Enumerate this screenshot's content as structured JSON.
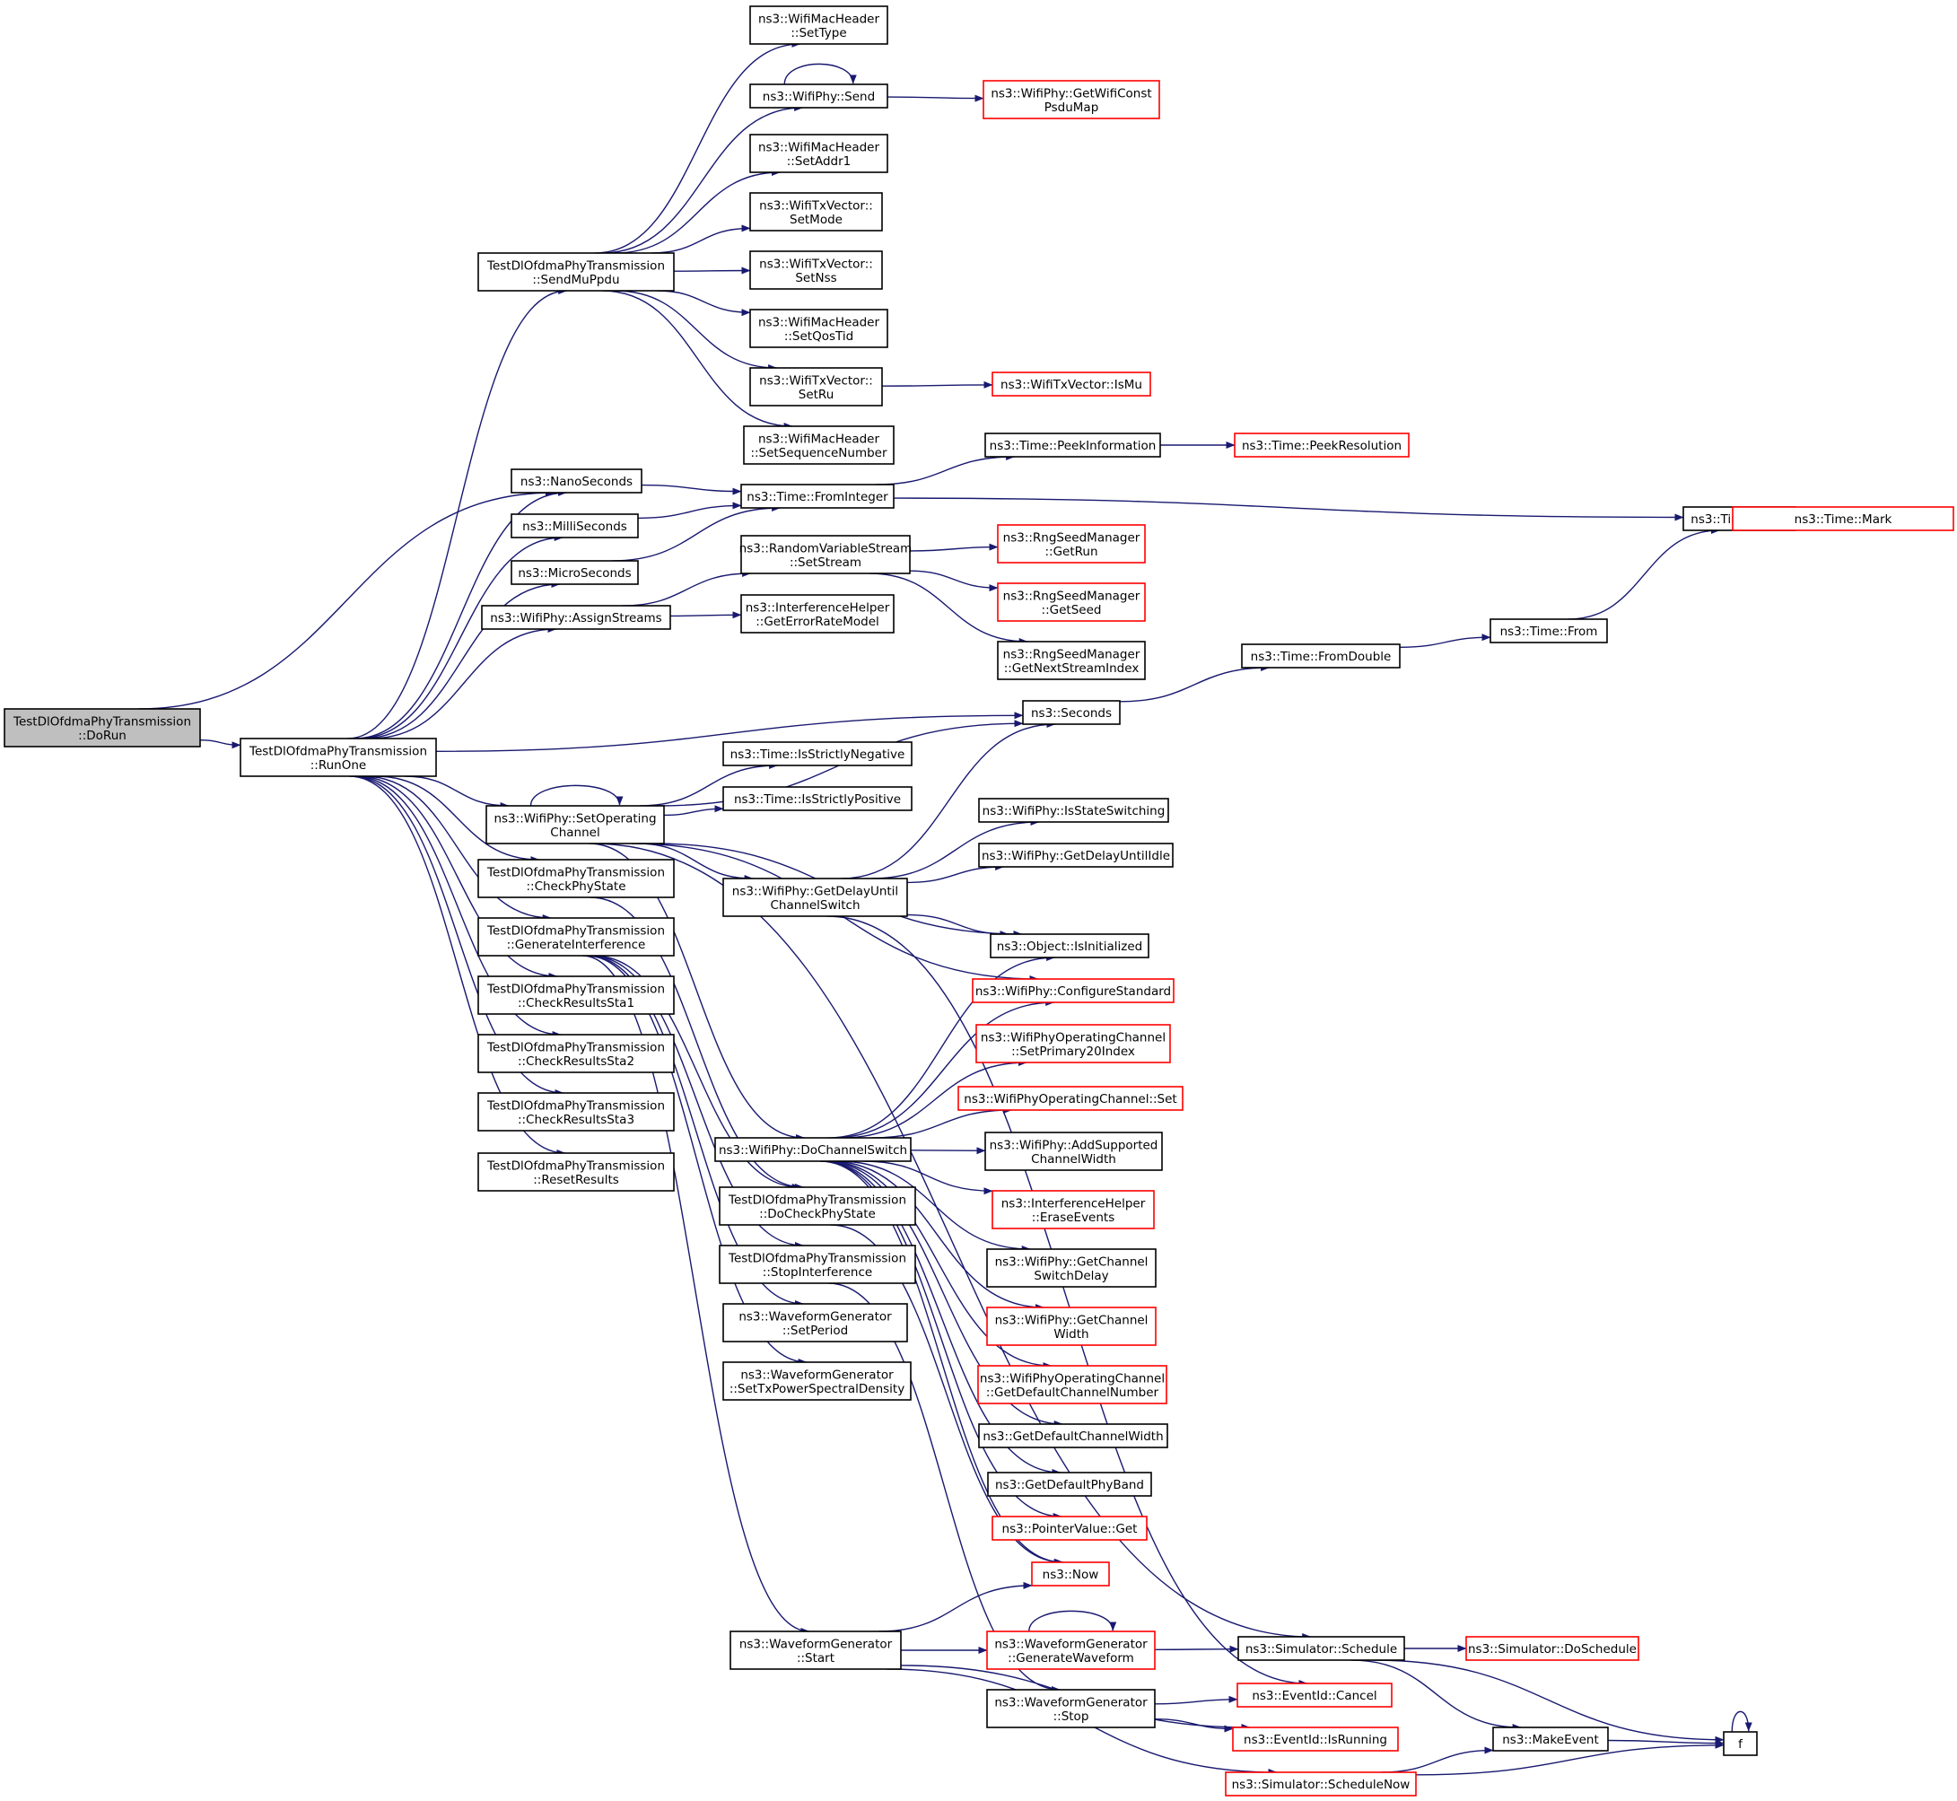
{
  "colors": {
    "edge": "#191970",
    "node_border_normal": "#000000",
    "node_border_truncated": "#ff0000",
    "root_fill": "#bfbfbf",
    "node_fill": "#ffffff"
  },
  "nodes": [
    {
      "id": "dorun",
      "label": "TestDlOfdmaPhyTransmission\n::DoRun",
      "style": "root"
    },
    {
      "id": "runone",
      "label": "TestDlOfdmaPhyTransmission\n::RunOne",
      "style": "normal"
    },
    {
      "id": "sendmuppdu",
      "label": "TestDlOfdmaPhyTransmission\n::SendMuPpdu",
      "style": "normal"
    },
    {
      "id": "settype",
      "label": "ns3::WifiMacHeader\n::SetType",
      "style": "normal"
    },
    {
      "id": "send",
      "label": "ns3::WifiPhy::Send",
      "style": "normal"
    },
    {
      "id": "psdumap",
      "label": "ns3::WifiPhy::GetWifiConst\nPsduMap",
      "style": "truncated"
    },
    {
      "id": "setaddr1",
      "label": "ns3::WifiMacHeader\n::SetAddr1",
      "style": "normal"
    },
    {
      "id": "setmode",
      "label": "ns3::WifiTxVector::\nSetMode",
      "style": "normal"
    },
    {
      "id": "setnss",
      "label": "ns3::WifiTxVector::\nSetNss",
      "style": "normal"
    },
    {
      "id": "setqostid",
      "label": "ns3::WifiMacHeader\n::SetQosTid",
      "style": "normal"
    },
    {
      "id": "setru",
      "label": "ns3::WifiTxVector::\nSetRu",
      "style": "normal"
    },
    {
      "id": "ismu",
      "label": "ns3::WifiTxVector::IsMu",
      "style": "truncated"
    },
    {
      "id": "setseq",
      "label": "ns3::WifiMacHeader\n::SetSequenceNumber",
      "style": "normal"
    },
    {
      "id": "nanoseconds",
      "label": "ns3::NanoSeconds",
      "style": "normal"
    },
    {
      "id": "milliseconds",
      "label": "ns3::MilliSeconds",
      "style": "normal"
    },
    {
      "id": "microseconds",
      "label": "ns3::MicroSeconds",
      "style": "normal"
    },
    {
      "id": "assignstreams",
      "label": "ns3::WifiPhy::AssignStreams",
      "style": "normal"
    },
    {
      "id": "frominteger",
      "label": "ns3::Time::FromInteger",
      "style": "normal"
    },
    {
      "id": "peekinfo",
      "label": "ns3::Time::PeekInformation",
      "style": "normal"
    },
    {
      "id": "peekres",
      "label": "ns3::Time::PeekResolution",
      "style": "truncated"
    },
    {
      "id": "timetime",
      "label": "ns3::Time::Time",
      "style": "normal"
    },
    {
      "id": "timemark",
      "label": "ns3::Time::Mark",
      "style": "truncated"
    },
    {
      "id": "setstream",
      "label": "ns3::RandomVariableStream\n::SetStream",
      "style": "normal"
    },
    {
      "id": "geterrorrate",
      "label": "ns3::InterferenceHelper\n::GetErrorRateModel",
      "style": "normal"
    },
    {
      "id": "getrun",
      "label": "ns3::RngSeedManager\n::GetRun",
      "style": "truncated"
    },
    {
      "id": "getseed",
      "label": "ns3::RngSeedManager\n::GetSeed",
      "style": "truncated"
    },
    {
      "id": "getnextstream",
      "label": "ns3::RngSeedManager\n::GetNextStreamIndex",
      "style": "normal"
    },
    {
      "id": "fromdouble",
      "label": "ns3::Time::FromDouble",
      "style": "normal"
    },
    {
      "id": "timefrom",
      "label": "ns3::Time::From",
      "style": "normal"
    },
    {
      "id": "seconds",
      "label": "ns3::Seconds",
      "style": "normal"
    },
    {
      "id": "strictneg",
      "label": "ns3::Time::IsStrictlyNegative",
      "style": "normal"
    },
    {
      "id": "strictpos",
      "label": "ns3::Time::IsStrictlyPositive",
      "style": "normal"
    },
    {
      "id": "setopchan",
      "label": "ns3::WifiPhy::SetOperating\nChannel",
      "style": "normal"
    },
    {
      "id": "checkphystate",
      "label": "TestDlOfdmaPhyTransmission\n::CheckPhyState",
      "style": "normal"
    },
    {
      "id": "geninterf",
      "label": "TestDlOfdmaPhyTransmission\n::GenerateInterference",
      "style": "normal"
    },
    {
      "id": "checksta1",
      "label": "TestDlOfdmaPhyTransmission\n::CheckResultsSta1",
      "style": "normal"
    },
    {
      "id": "checksta2",
      "label": "TestDlOfdmaPhyTransmission\n::CheckResultsSta2",
      "style": "normal"
    },
    {
      "id": "checksta3",
      "label": "TestDlOfdmaPhyTransmission\n::CheckResultsSta3",
      "style": "normal"
    },
    {
      "id": "resetresults",
      "label": "TestDlOfdmaPhyTransmission\n::ResetResults",
      "style": "normal"
    },
    {
      "id": "getdelayuntilcs",
      "label": "ns3::WifiPhy::GetDelayUntil\nChannelSwitch",
      "style": "normal"
    },
    {
      "id": "isstateswitching",
      "label": "ns3::WifiPhy::IsStateSwitching",
      "style": "normal"
    },
    {
      "id": "getdelayidle",
      "label": "ns3::WifiPhy::GetDelayUntilIdle",
      "style": "normal"
    },
    {
      "id": "isinitialized",
      "label": "ns3::Object::IsInitialized",
      "style": "normal"
    },
    {
      "id": "configstd",
      "label": "ns3::WifiPhy::ConfigureStandard",
      "style": "truncated"
    },
    {
      "id": "setprimary",
      "label": "ns3::WifiPhyOperatingChannel\n::SetPrimary20Index",
      "style": "truncated"
    },
    {
      "id": "opchanset",
      "label": "ns3::WifiPhyOperatingChannel::Set",
      "style": "truncated"
    },
    {
      "id": "docs",
      "label": "ns3::WifiPhy::DoChannelSwitch",
      "style": "normal"
    },
    {
      "id": "addsupported",
      "label": "ns3::WifiPhy::AddSupported\nChannelWidth",
      "style": "normal"
    },
    {
      "id": "eraseevents",
      "label": "ns3::InterferenceHelper\n::EraseEvents",
      "style": "truncated"
    },
    {
      "id": "getcsdelay",
      "label": "ns3::WifiPhy::GetChannel\nSwitchDelay",
      "style": "normal"
    },
    {
      "id": "getchanwidth",
      "label": "ns3::WifiPhy::GetChannel\nWidth",
      "style": "truncated"
    },
    {
      "id": "getdefchannum",
      "label": "ns3::WifiPhyOperatingChannel\n::GetDefaultChannelNumber",
      "style": "truncated"
    },
    {
      "id": "getdefchanwidth",
      "label": "ns3::GetDefaultChannelWidth",
      "style": "normal"
    },
    {
      "id": "getdefphyband",
      "label": "ns3::GetDefaultPhyBand",
      "style": "normal"
    },
    {
      "id": "ptrget",
      "label": "ns3::PointerValue::Get",
      "style": "truncated"
    },
    {
      "id": "now",
      "label": "ns3::Now",
      "style": "truncated"
    },
    {
      "id": "docheckphystate",
      "label": "TestDlOfdmaPhyTransmission\n::DoCheckPhyState",
      "style": "normal"
    },
    {
      "id": "stopinterf",
      "label": "TestDlOfdmaPhyTransmission\n::StopInterference",
      "style": "normal"
    },
    {
      "id": "setperiod",
      "label": "ns3::WaveformGenerator\n::SetPeriod",
      "style": "normal"
    },
    {
      "id": "settxpsd",
      "label": "ns3::WaveformGenerator\n::SetTxPowerSpectralDensity",
      "style": "normal"
    },
    {
      "id": "wgstart",
      "label": "ns3::WaveformGenerator\n::Start",
      "style": "normal"
    },
    {
      "id": "genwave",
      "label": "ns3::WaveformGenerator\n::GenerateWaveform",
      "style": "truncated"
    },
    {
      "id": "wgstop",
      "label": "ns3::WaveformGenerator\n::Stop",
      "style": "normal"
    },
    {
      "id": "schedule",
      "label": "ns3::Simulator::Schedule",
      "style": "normal"
    },
    {
      "id": "doschedule",
      "label": "ns3::Simulator::DoSchedule",
      "style": "truncated"
    },
    {
      "id": "cancel",
      "label": "ns3::EventId::Cancel",
      "style": "truncated"
    },
    {
      "id": "isrunning",
      "label": "ns3::EventId::IsRunning",
      "style": "truncated"
    },
    {
      "id": "schedulenow",
      "label": "ns3::Simulator::ScheduleNow",
      "style": "truncated"
    },
    {
      "id": "makeevent",
      "label": "ns3::MakeEvent",
      "style": "normal"
    },
    {
      "id": "f",
      "label": "f",
      "style": "normal"
    }
  ],
  "edges": [
    [
      "dorun",
      "runone"
    ],
    [
      "dorun",
      "nanoseconds"
    ],
    [
      "runone",
      "sendmuppdu"
    ],
    [
      "runone",
      "nanoseconds"
    ],
    [
      "runone",
      "milliseconds"
    ],
    [
      "runone",
      "microseconds"
    ],
    [
      "runone",
      "assignstreams"
    ],
    [
      "runone",
      "seconds"
    ],
    [
      "runone",
      "setopchan"
    ],
    [
      "runone",
      "checkphystate"
    ],
    [
      "runone",
      "geninterf"
    ],
    [
      "runone",
      "checksta1"
    ],
    [
      "runone",
      "checksta2"
    ],
    [
      "runone",
      "checksta3"
    ],
    [
      "runone",
      "resetresults"
    ],
    [
      "sendmuppdu",
      "settype"
    ],
    [
      "sendmuppdu",
      "send"
    ],
    [
      "sendmuppdu",
      "setaddr1"
    ],
    [
      "sendmuppdu",
      "setmode"
    ],
    [
      "sendmuppdu",
      "setnss"
    ],
    [
      "sendmuppdu",
      "setqostid"
    ],
    [
      "sendmuppdu",
      "setru"
    ],
    [
      "sendmuppdu",
      "setseq"
    ],
    [
      "send",
      "send"
    ],
    [
      "send",
      "psdumap"
    ],
    [
      "setru",
      "ismu"
    ],
    [
      "nanoseconds",
      "frominteger"
    ],
    [
      "milliseconds",
      "frominteger"
    ],
    [
      "microseconds",
      "frominteger"
    ],
    [
      "frominteger",
      "peekinfo"
    ],
    [
      "frominteger",
      "timetime"
    ],
    [
      "peekinfo",
      "peekres"
    ],
    [
      "timetime",
      "timemark"
    ],
    [
      "assignstreams",
      "setstream"
    ],
    [
      "assignstreams",
      "geterrorrate"
    ],
    [
      "setstream",
      "getrun"
    ],
    [
      "setstream",
      "getseed"
    ],
    [
      "setstream",
      "getnextstream"
    ],
    [
      "seconds",
      "fromdouble"
    ],
    [
      "fromdouble",
      "timefrom"
    ],
    [
      "timefrom",
      "timetime"
    ],
    [
      "setopchan",
      "setopchan"
    ],
    [
      "setopchan",
      "seconds"
    ],
    [
      "setopchan",
      "strictneg"
    ],
    [
      "setopchan",
      "strictpos"
    ],
    [
      "setopchan",
      "getdelayuntilcs"
    ],
    [
      "setopchan",
      "isinitialized"
    ],
    [
      "setopchan",
      "docs"
    ],
    [
      "setopchan",
      "schedule"
    ],
    [
      "setopchan",
      "configstd"
    ],
    [
      "getdelayuntilcs",
      "seconds"
    ],
    [
      "getdelayuntilcs",
      "isstateswitching"
    ],
    [
      "getdelayuntilcs",
      "getdelayidle"
    ],
    [
      "getdelayuntilcs",
      "isinitialized"
    ],
    [
      "getdelayuntilcs",
      "cancel"
    ],
    [
      "checkphystate",
      "docheckphystate"
    ],
    [
      "geninterf",
      "docheckphystate"
    ],
    [
      "geninterf",
      "stopinterf"
    ],
    [
      "geninterf",
      "setperiod"
    ],
    [
      "geninterf",
      "settxpsd"
    ],
    [
      "geninterf",
      "wgstart"
    ],
    [
      "docs",
      "isinitialized"
    ],
    [
      "docs",
      "configstd"
    ],
    [
      "docs",
      "setprimary"
    ],
    [
      "docs",
      "opchanset"
    ],
    [
      "docs",
      "addsupported"
    ],
    [
      "docs",
      "eraseevents"
    ],
    [
      "docs",
      "getcsdelay"
    ],
    [
      "docs",
      "getchanwidth"
    ],
    [
      "docs",
      "getdefchannum"
    ],
    [
      "docs",
      "getdefchanwidth"
    ],
    [
      "docs",
      "getdefphyband"
    ],
    [
      "docs",
      "ptrget"
    ],
    [
      "docs",
      "now"
    ],
    [
      "docheckphystate",
      "now"
    ],
    [
      "stopinterf",
      "wgstop"
    ],
    [
      "wgstart",
      "now"
    ],
    [
      "wgstart",
      "genwave"
    ],
    [
      "wgstart",
      "isrunning"
    ],
    [
      "wgstart",
      "schedulenow"
    ],
    [
      "genwave",
      "genwave"
    ],
    [
      "genwave",
      "schedule"
    ],
    [
      "wgstop",
      "cancel"
    ],
    [
      "wgstop",
      "isrunning"
    ],
    [
      "schedule",
      "doschedule"
    ],
    [
      "schedule",
      "makeevent"
    ],
    [
      "schedule",
      "f"
    ],
    [
      "schedulenow",
      "makeevent"
    ],
    [
      "schedulenow",
      "f"
    ],
    [
      "makeevent",
      "f"
    ],
    [
      "f",
      "f"
    ]
  ]
}
